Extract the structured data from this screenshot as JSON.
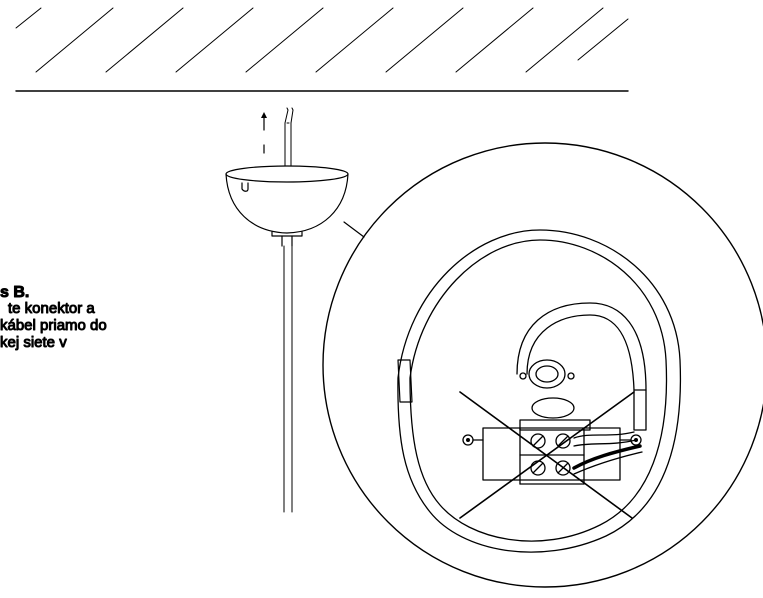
{
  "instruction": {
    "title": "s B.",
    "lines": [
      "te konektor a",
      "kábel priamo do",
      "kej siete v"
    ]
  },
  "colors": {
    "line": "#000000",
    "background": "#ffffff"
  },
  "icons": {
    "pull_direction": "up-arrow-icon",
    "prohibited": "cross-out-icon"
  }
}
